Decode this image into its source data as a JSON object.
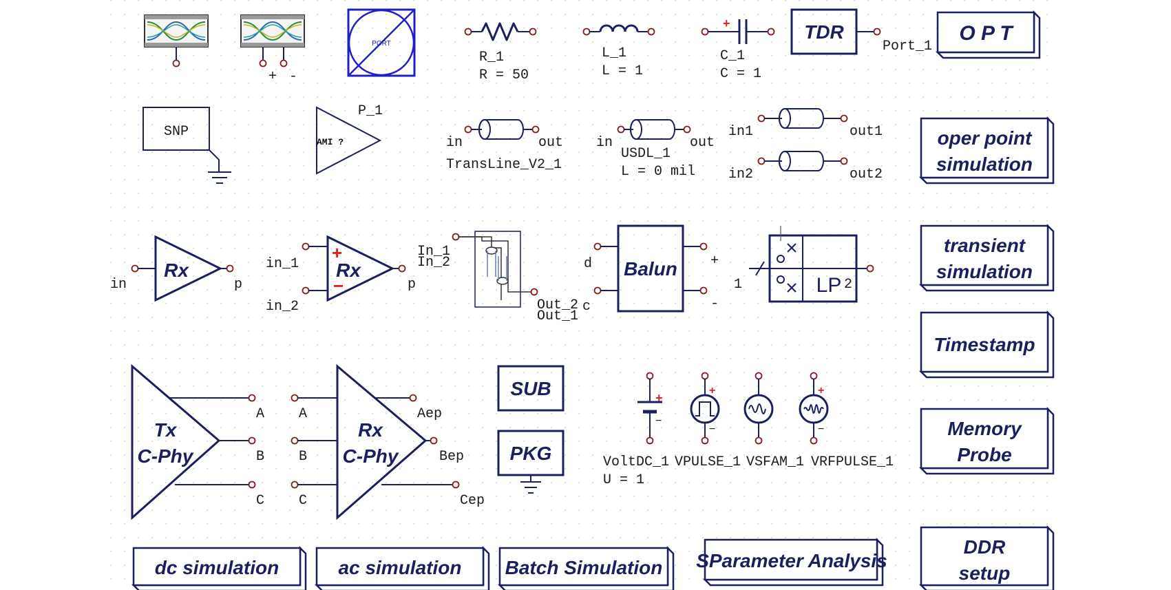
{
  "components": {
    "resistor": {
      "name": "R_1",
      "value": "R = 50"
    },
    "inductor": {
      "name": "L_1",
      "value": "L = 1"
    },
    "capacitor": {
      "name": "C_1",
      "value": "C = 1"
    },
    "tdr": {
      "label": "TDR",
      "port": "Port_1"
    },
    "opt": {
      "label": "O P T"
    },
    "eye_pins": {
      "plus": "+",
      "minus": "-"
    },
    "port_box": {
      "label": "PORT"
    },
    "snp": {
      "label": "SNP"
    },
    "ami": {
      "name": "P_1",
      "label": "AMI ?"
    },
    "transline": {
      "in": "in",
      "out": "out",
      "name": "TransLine_V2_1"
    },
    "usdl": {
      "in": "in",
      "out": "out",
      "name": "USDL_1",
      "value": "L = 0 mil"
    },
    "coupled": {
      "in1": "in1",
      "out1": "out1",
      "in2": "in2",
      "out2": "out2"
    },
    "rx_single": {
      "label": "Rx",
      "in": "in",
      "out": "p"
    },
    "rx_diff": {
      "label": "Rx",
      "in1": "in_1",
      "in2": "in_2",
      "out": "p"
    },
    "coupled_pair": {
      "in1": "In_1",
      "in2": "In_2",
      "out2": "Out_2",
      "out1": "Out_1"
    },
    "balun": {
      "label": "Balun",
      "d": "d",
      "c": "c",
      "plus": "+",
      "minus": "-"
    },
    "lp_filter": {
      "label": "LP",
      "p1": "1",
      "p2": "2"
    },
    "tx_cphy": {
      "line1": "Tx",
      "line2": "C-Phy",
      "pins": [
        "A",
        "B",
        "C"
      ]
    },
    "rx_cphy": {
      "line1": "Rx",
      "line2": "C-Phy",
      "in_pins": [
        "A",
        "B",
        "C"
      ],
      "out_pins": [
        "Aep",
        "Bep",
        "Cep"
      ]
    },
    "sub": {
      "label": "SUB"
    },
    "pkg": {
      "label": "PKG"
    },
    "sources": {
      "voltdc": {
        "name": "VoltDC_1",
        "value": "U = 1"
      },
      "vpulse": {
        "name": "VPULSE_1"
      },
      "vsfam": {
        "name": "VSFAM_1"
      },
      "vrfpulse": {
        "name": "VRFPULSE_1"
      }
    }
  },
  "sim_blocks": {
    "oper_point": [
      "oper point",
      "simulation"
    ],
    "transient": [
      "transient",
      "simulation"
    ],
    "timestamp": "Timestamp",
    "memory_probe": [
      "Memory",
      "Probe"
    ],
    "ddr_setup": [
      "DDR",
      "setup"
    ],
    "dc": "dc simulation",
    "ac": "ac simulation",
    "batch": "Batch Simulation",
    "sparam": "SParameter Analysis"
  },
  "colors": {
    "symbol": "#1a1f5e",
    "pin": "#8b1a1a",
    "polarity": "#e02020",
    "grid": "#d0d0d0"
  }
}
